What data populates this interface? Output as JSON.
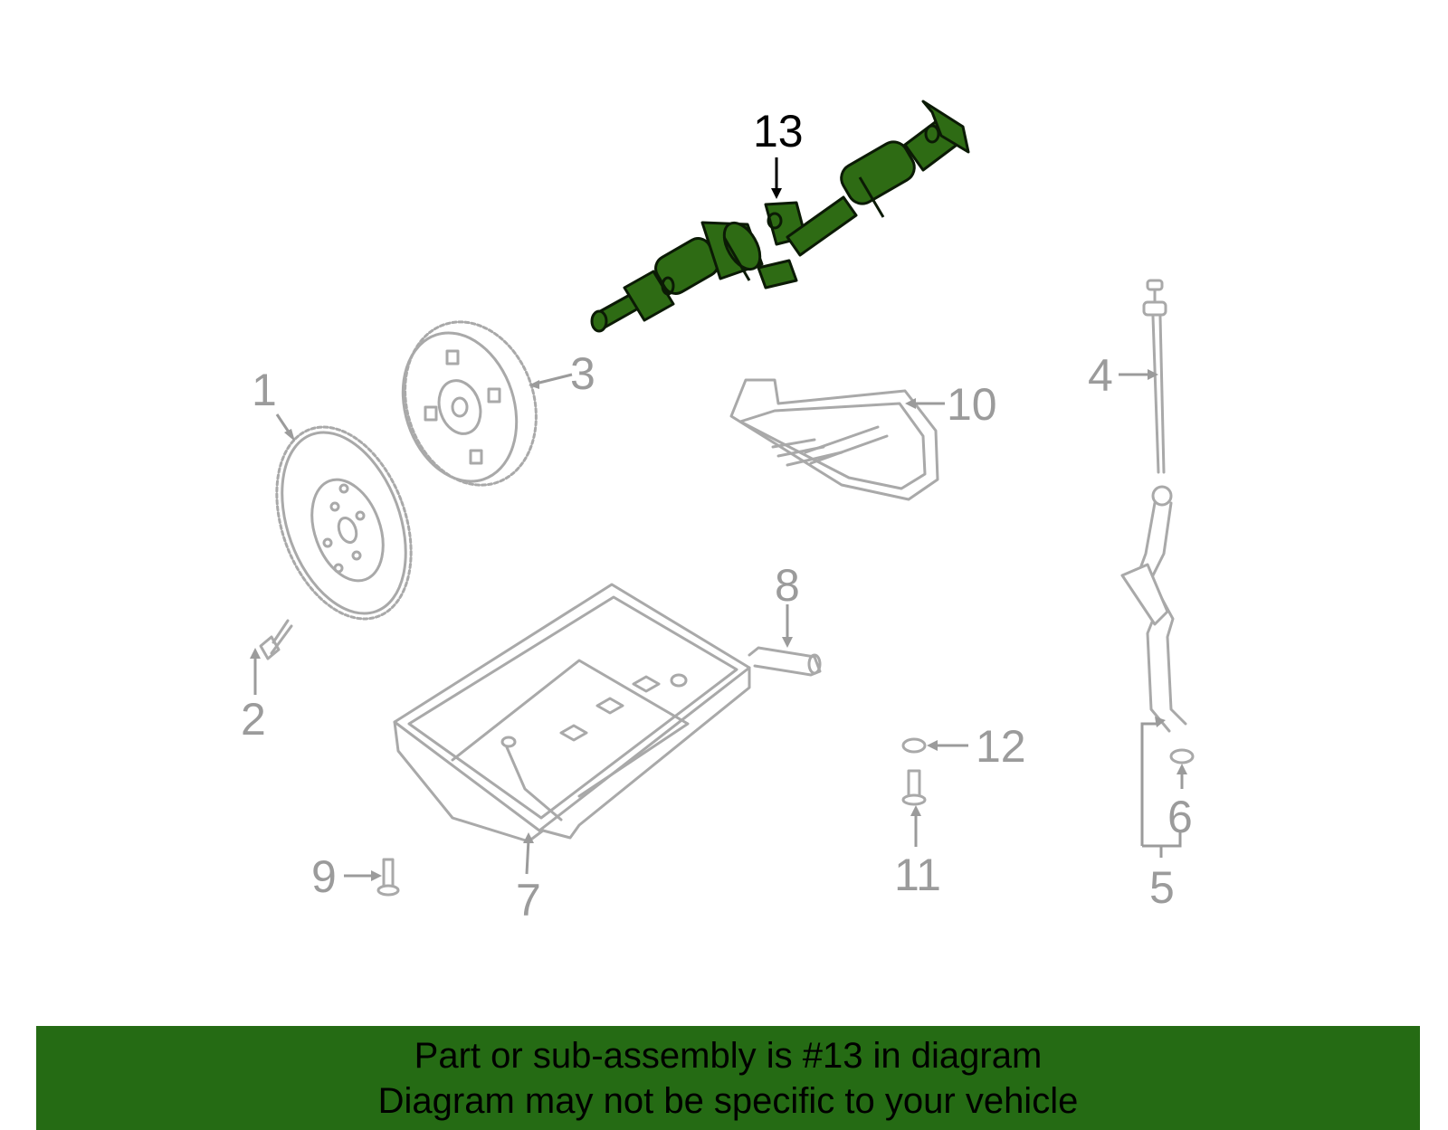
{
  "diagram": {
    "highlight_color": "#2e6b14",
    "line_color": "#a9a9a9",
    "callouts": {
      "c1": "1",
      "c2": "2",
      "c3": "3",
      "c4": "4",
      "c5": "5",
      "c6": "6",
      "c7": "7",
      "c8": "8",
      "c9": "9",
      "c10": "10",
      "c11": "11",
      "c12": "12",
      "c13": "13"
    }
  },
  "banner": {
    "background": "#256b14",
    "line1": "Part or sub-assembly is #13 in diagram",
    "line2": "Diagram may not be specific to your vehicle"
  }
}
